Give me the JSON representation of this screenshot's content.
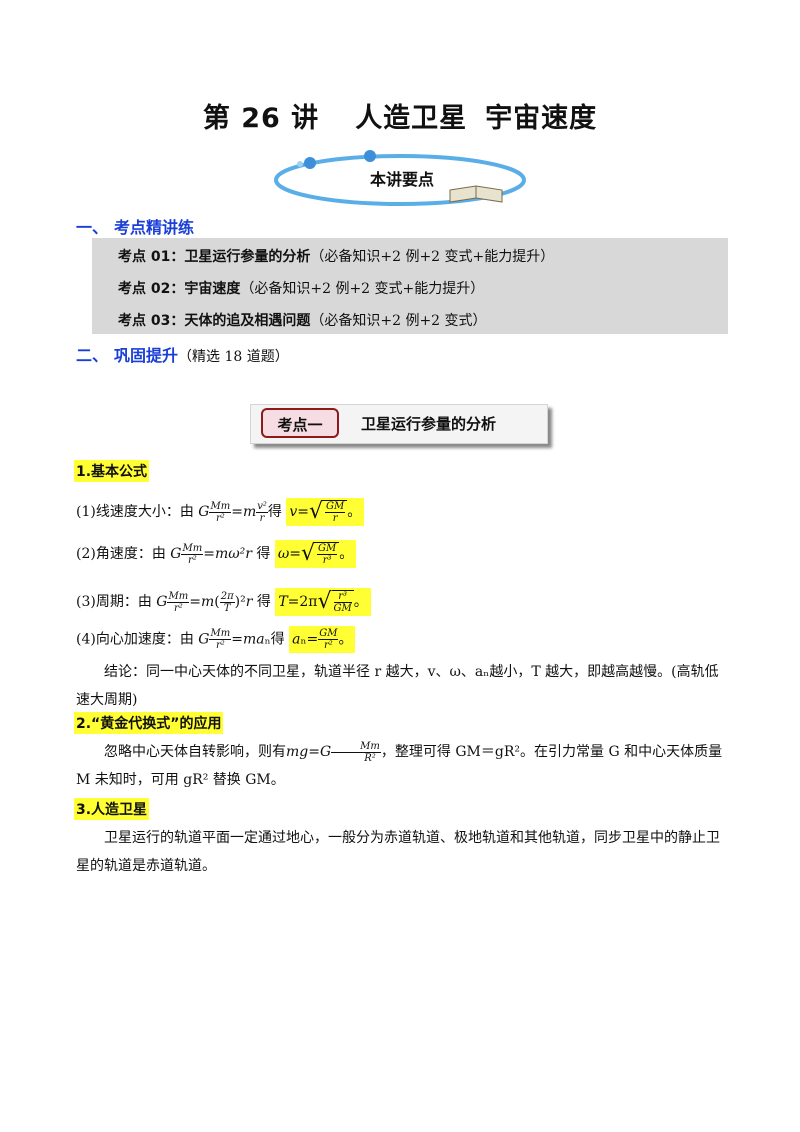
{
  "title": {
    "part1": "第 26 讲",
    "part2": "人造卫星",
    "part3": "宇宙速度"
  },
  "banner": {
    "label": "本讲要点"
  },
  "section1": {
    "num": "一、",
    "label": "考点精讲练"
  },
  "toc": [
    {
      "label": "考点 01：卫星运行参量的分析",
      "note": "（必备知识+2 例+2 变式+能力提升）"
    },
    {
      "label": "考点 02：宇宙速度",
      "note": "（必备知识+2 例+2 变式+能力提升）"
    },
    {
      "label": "考点 03：天体的追及相遇问题",
      "note": "（必备知识+2 例+2 变式）"
    }
  ],
  "section2": {
    "num": "二、",
    "label": "巩固提升",
    "note": "（精选 18 道题）"
  },
  "kp": {
    "tag": "考点一",
    "title": "卫星运行参量的分析"
  },
  "h1": "1.基本公式",
  "f1": {
    "lead": "(1)线速度大小：由",
    "mid": "得"
  },
  "f2": {
    "lead": "(2)角速度：由",
    "mid": "得"
  },
  "f3": {
    "lead": "(3)周期：由",
    "mid": "得"
  },
  "f4": {
    "lead": "(4)向心加速度：由",
    "mid": "得"
  },
  "conclusion": "结论：同一中心天体的不同卫星，轨道半径 r 越大，v、ω、aₙ越小，T 越大，即越高越慢。(高轨低速大周期)",
  "h2": "2.“黄金代换式”的应用",
  "p2a": "忽略中心天体自转影响，则有",
  "p2b": "，整理可得 GM＝gR²。在引力常量 G 和中心天体质量 M 未知时，可用 gR² 替换 GM。",
  "h3": "3.人造卫星",
  "p3": "卫星运行的轨道平面一定通过地心，一般分为赤道轨道、极地轨道和其他轨道，同步卫星中的静止卫星的轨道是赤道轨道。",
  "colors": {
    "heading_blue": "#1a3fd6",
    "highlight": "#ffff33",
    "toc_bg": "#d8d8d8",
    "tag_border": "#8c1a1a"
  }
}
